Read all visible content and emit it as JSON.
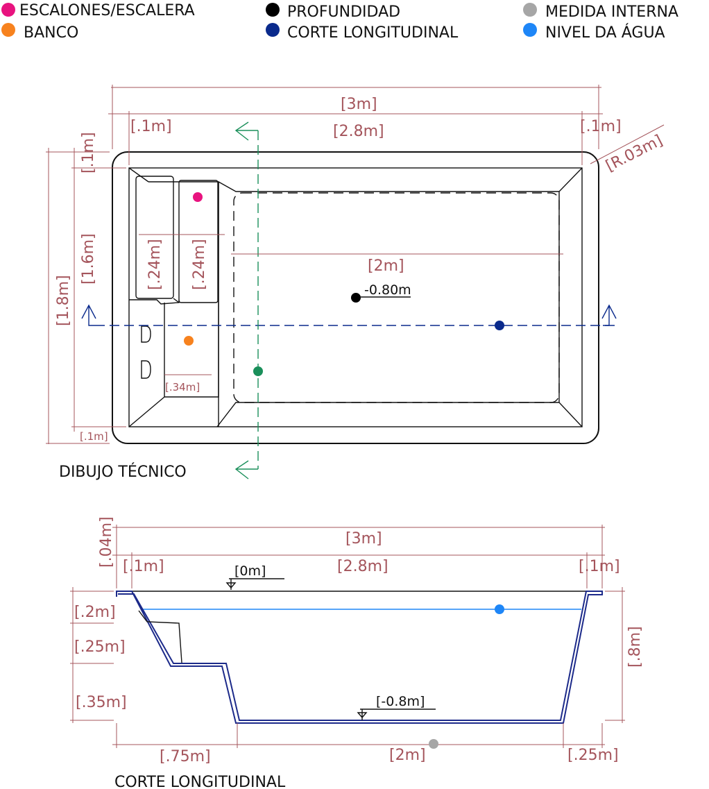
{
  "legend": [
    {
      "label": "ESCALONES/ESCALERA",
      "color": "#e8137f"
    },
    {
      "label": "BANCO",
      "color": "#f7821e"
    },
    {
      "label": "PROFUNDIDAD",
      "color": "#000000"
    },
    {
      "label": "CORTE LONGITUDINAL",
      "color": "#0a2a8c"
    },
    {
      "label": "MEDIDA INTERNA",
      "color": "#a6a6a6"
    },
    {
      "label": "NIVEL DA ÁGUA",
      "color": "#1e86f7"
    }
  ],
  "plan": {
    "title": "DIBUJO TÉCNICO",
    "dims": {
      "total_width": "[3m]",
      "inner_width": "[2.8m]",
      "edge_left": "[.1m]",
      "edge_right": "[.1m]",
      "radius": "[R.03m]",
      "edge_top": "[.1m]",
      "inner_height": "[1.6m]",
      "total_height": "[1.8m]",
      "edge_bottom": "[.1m]",
      "step_1": "[.24m]",
      "step_2": "[.24m]",
      "bench": "[.34m]",
      "floor": "[2m]",
      "depth": "-0.80m"
    }
  },
  "section": {
    "title": "CORTE LONGITUDINAL",
    "dims": {
      "total_width": "[3m]",
      "inner_width": "[2.8m]",
      "edge_left": "[.1m]",
      "edge_right": "[.1m]",
      "lip": "[.04m]",
      "level_top": "[0m]",
      "level_bottom": "[-0.8m]",
      "step_a": "[.2m]",
      "step_b": "[.25m]",
      "step_c": "[.35m]",
      "depth": "[.8m]",
      "bottom_left": "[.75m]",
      "bottom_mid": "[2m]",
      "bottom_right": "[.25m]"
    }
  },
  "colors": {
    "dimension": "#a4545b",
    "section_line_plan": "#0a2a8c",
    "cut_line_plan": "#1a8f5a",
    "water": "#1e86f7",
    "shell": "#1c2a8a"
  }
}
